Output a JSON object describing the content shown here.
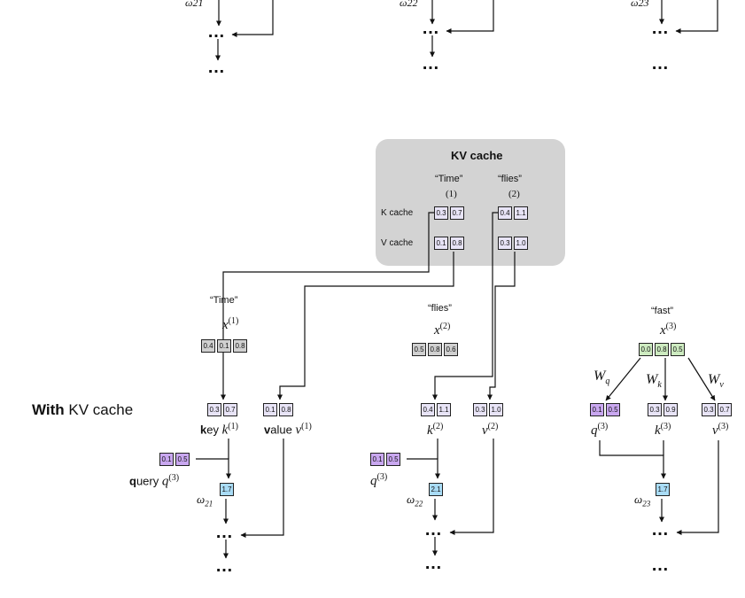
{
  "top_partial": {
    "omega_labels": [
      "ω21",
      "ω22",
      "ω23"
    ],
    "dots": "…"
  },
  "kv_cache": {
    "title": "KV cache",
    "col1_word": "“Time”",
    "col1_index": "(1)",
    "col2_word": "“flies”",
    "col2_index": "(2)",
    "k_row_label": "K cache",
    "v_row_label": "V cache",
    "k1": [
      "0.3",
      "0.7"
    ],
    "k2": [
      "0.4",
      "1.1"
    ],
    "v1": [
      "0.1",
      "0.8"
    ],
    "v2": [
      "0.3",
      "1.0"
    ]
  },
  "with_label_bold": "With",
  "with_label_rest": "KV cache",
  "tokens": [
    {
      "word": "“Time”",
      "x_base": "x",
      "x_sup": "(1)",
      "x_values": [
        "0.4",
        "0.1",
        "0.8"
      ],
      "k_values": [
        "0.3",
        "0.7"
      ],
      "v_values": [
        "0.1",
        "0.8"
      ],
      "k_bold": "k",
      "k_rest": "ey",
      "k_base": "k",
      "k_sup": "(1)",
      "v_bold": "v",
      "v_rest": "alue",
      "v_base": "v",
      "v_sup": "(1)",
      "q_values": [
        "0.1",
        "0.5"
      ],
      "q_bold": "q",
      "q_rest": "uery",
      "q_base": "q",
      "q_sup": "(3)",
      "omega_value": "1.7",
      "omega_base": "ω",
      "omega_sub": "21"
    },
    {
      "word": "“flies”",
      "x_base": "x",
      "x_sup": "(2)",
      "x_values": [
        "0.5",
        "0.8",
        "0.6"
      ],
      "k_values": [
        "0.4",
        "1.1"
      ],
      "v_values": [
        "0.3",
        "1.0"
      ],
      "k_base": "k",
      "k_sup": "(2)",
      "v_base": "v",
      "v_sup": "(2)",
      "q_values": [
        "0.1",
        "0.5"
      ],
      "q_base": "q",
      "q_sup": "(3)",
      "omega_value": "2.1",
      "omega_base": "ω",
      "omega_sub": "22"
    },
    {
      "word": "“fast”",
      "x_base": "x",
      "x_sup": "(3)",
      "x_values": [
        "0.0",
        "0.8",
        "0.5"
      ],
      "q_values": [
        "0.1",
        "0.5"
      ],
      "k_values": [
        "0.3",
        "0.9"
      ],
      "v_values": [
        "0.3",
        "0.7"
      ],
      "wq_base": "W",
      "wq_sub": "q",
      "wk_base": "W",
      "wk_sub": "k",
      "wv_base": "W",
      "wv_sub": "v",
      "q_base": "q",
      "q_sup": "(3)",
      "k_base": "k",
      "k_sup": "(3)",
      "v_base": "v",
      "v_sup": "(3)",
      "omega_value": "1.7",
      "omega_base": "ω",
      "omega_sub": "23"
    }
  ],
  "colors": {
    "cache_panel": "#d3d3d3",
    "key_value_cell": "#e8e4f7",
    "query_cell": "#c9a7f0",
    "input_cell_grey": "#d0d0d0",
    "input_cell_green": "#cdebc0",
    "omega_cell": "#a9dcf6"
  }
}
